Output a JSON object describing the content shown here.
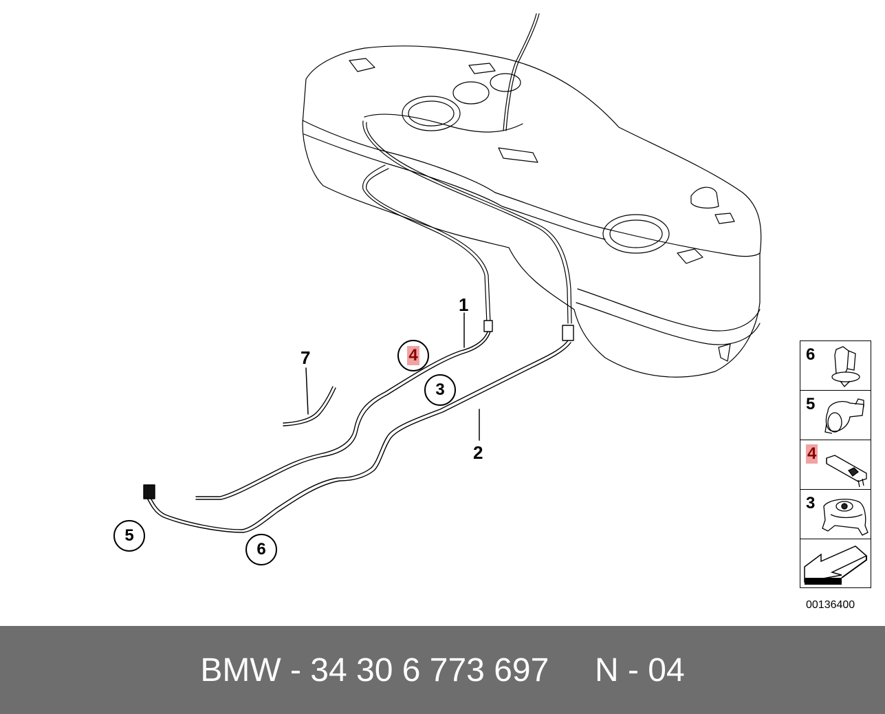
{
  "callouts": {
    "p1": "1",
    "p2": "2",
    "p3": "3",
    "p4": "4",
    "p5": "5",
    "p6": "6",
    "p7": "7"
  },
  "legend": {
    "items": [
      {
        "number": "6",
        "highlighted": false,
        "icon": "clip-icon"
      },
      {
        "number": "5",
        "highlighted": false,
        "icon": "double-clip-icon"
      },
      {
        "number": "4",
        "highlighted": true,
        "icon": "bracket-icon"
      },
      {
        "number": "3",
        "highlighted": false,
        "icon": "holder-icon"
      }
    ],
    "nav_icon": "arrow-left-icon"
  },
  "diagram_ref": "00136400",
  "footer": {
    "text": "BMW - 34 30 6 773 697     N - 04"
  },
  "colors": {
    "highlight_bg": "#f0a3a3",
    "highlight_text": "#8b0000",
    "footer_bg": "#6e6e6e",
    "footer_text": "#ffffff"
  }
}
